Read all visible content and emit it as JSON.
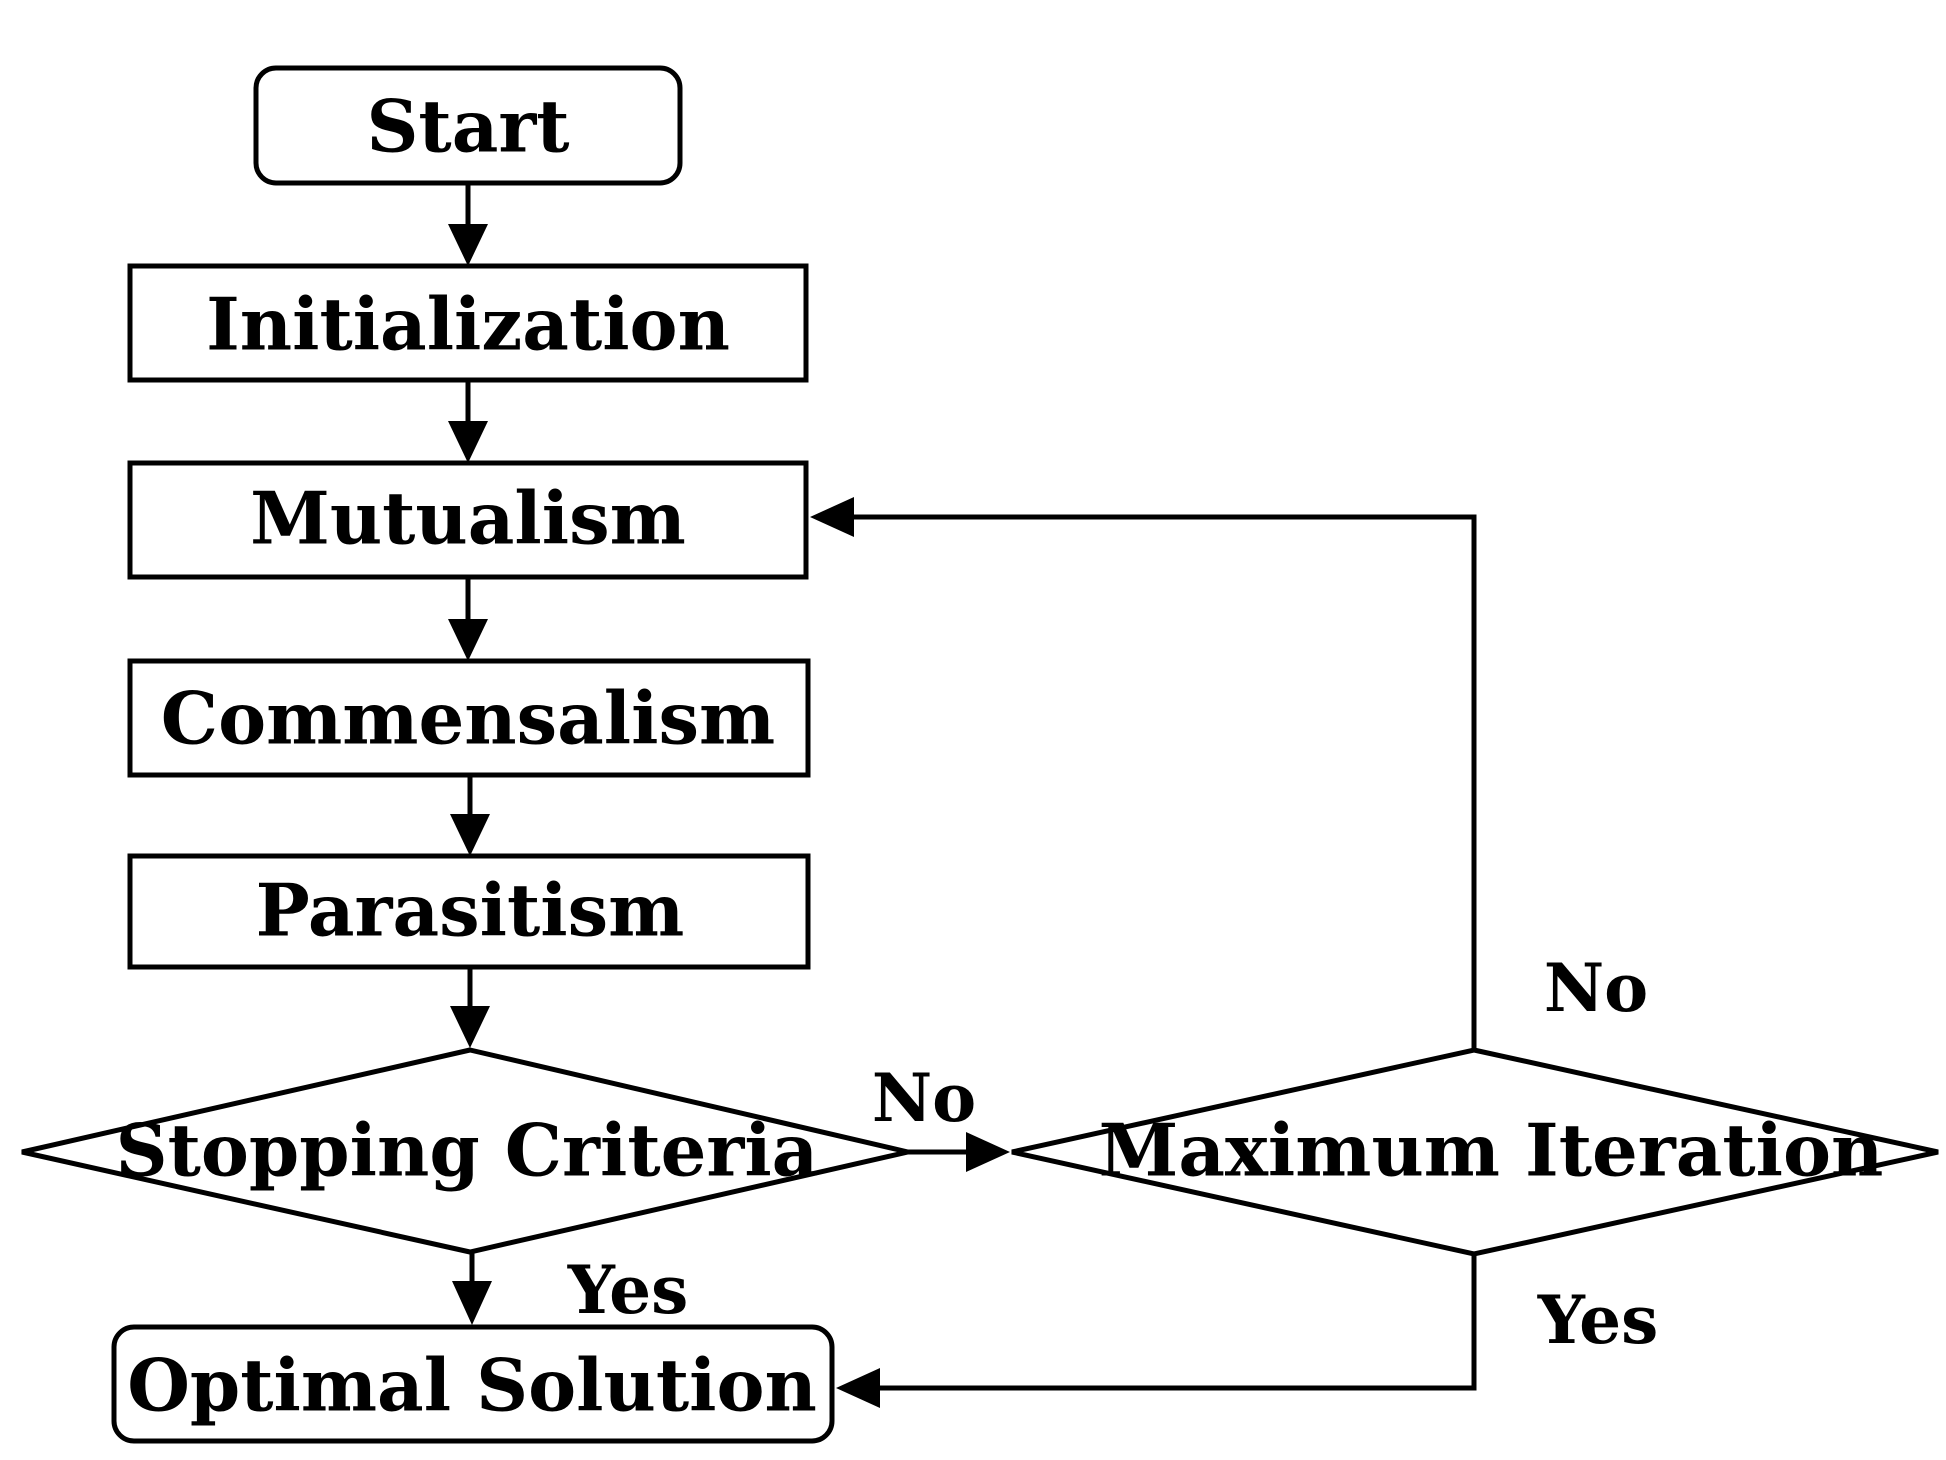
{
  "nodes": {
    "start": {
      "label": "Start",
      "shape": "rounded-rect"
    },
    "initialization": {
      "label": "Initialization",
      "shape": "rect"
    },
    "mutualism": {
      "label": "Mutualism",
      "shape": "rect"
    },
    "commensalism": {
      "label": "Commensalism",
      "shape": "rect"
    },
    "parasitism": {
      "label": "Parasitism",
      "shape": "rect"
    },
    "stopping_criteria": {
      "label": "Stopping Criteria",
      "shape": "diamond"
    },
    "maximum_iteration": {
      "label": "Maximum Iteration",
      "shape": "diamond"
    },
    "optimal_solution": {
      "label": "Optimal Solution",
      "shape": "rounded-rect"
    }
  },
  "edges": [
    {
      "from": "start",
      "to": "initialization",
      "label": ""
    },
    {
      "from": "initialization",
      "to": "mutualism",
      "label": ""
    },
    {
      "from": "mutualism",
      "to": "commensalism",
      "label": ""
    },
    {
      "from": "commensalism",
      "to": "parasitism",
      "label": ""
    },
    {
      "from": "parasitism",
      "to": "stopping_criteria",
      "label": ""
    },
    {
      "from": "stopping_criteria",
      "to": "optimal_solution",
      "label": "Yes"
    },
    {
      "from": "stopping_criteria",
      "to": "maximum_iteration",
      "label": "No"
    },
    {
      "from": "maximum_iteration",
      "to": "mutualism",
      "label": "No"
    },
    {
      "from": "maximum_iteration",
      "to": "optimal_solution",
      "label": "Yes"
    }
  ],
  "edge_labels": {
    "stop_yes": "Yes",
    "stop_no": "No",
    "max_no": "No",
    "max_yes": "Yes"
  },
  "colors": {
    "stroke": "#000000",
    "fill": "#ffffff",
    "text": "#000000"
  }
}
